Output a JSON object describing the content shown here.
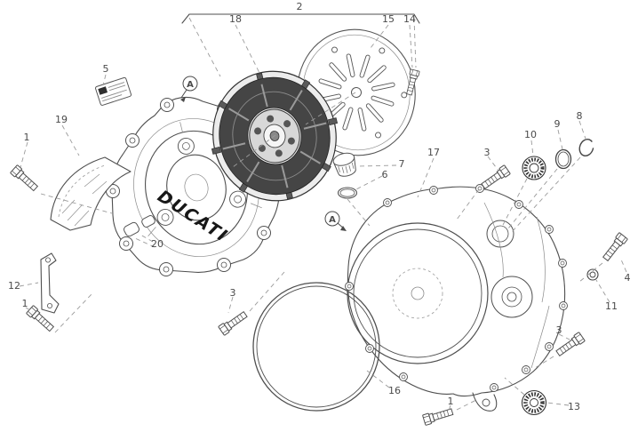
{
  "diagram": {
    "brand_text": "DUCATI",
    "assembly_marker": "A",
    "callouts": {
      "n1": "1",
      "n2": "2",
      "n3": "3",
      "n4": "4",
      "n5": "5",
      "n6": "6",
      "n7": "7",
      "n8": "8",
      "n9": "9",
      "n10": "10",
      "n11": "11",
      "n12": "12",
      "n13": "13",
      "n14": "14",
      "n15": "15",
      "n16": "16",
      "n17": "17",
      "n18": "18",
      "n19": "19",
      "n20": "20"
    }
  }
}
